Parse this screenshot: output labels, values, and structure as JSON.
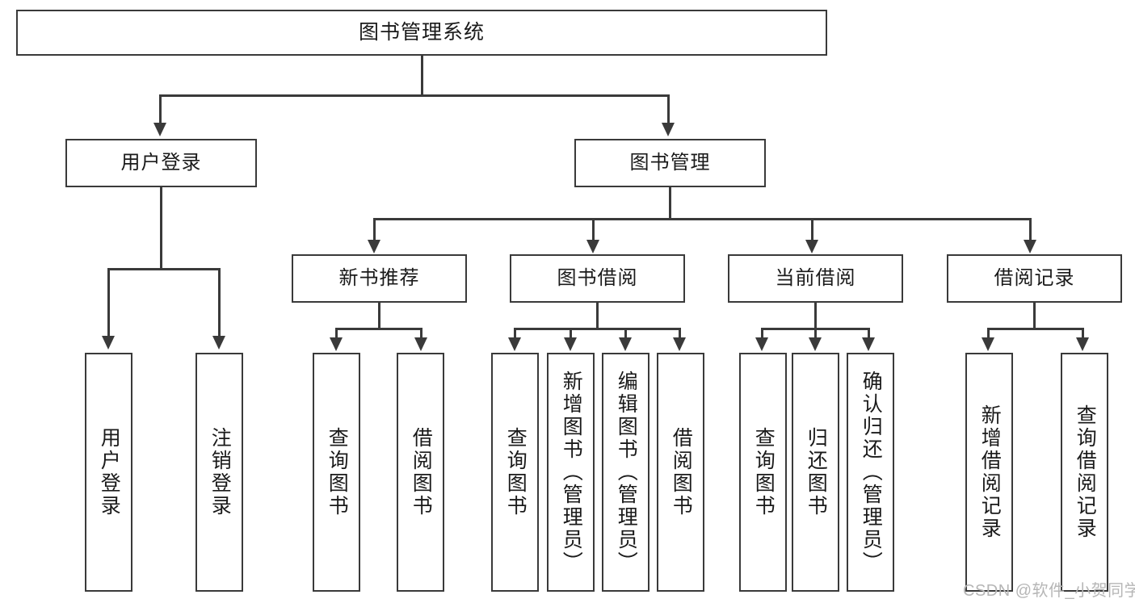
{
  "diagram": {
    "title": "图书管理系统",
    "type": "tree-hierarchy",
    "root": {
      "label": "图书管理系统"
    },
    "level2": [
      {
        "label": "用户登录"
      },
      {
        "label": "图书管理"
      }
    ],
    "level3": [
      {
        "label": "新书推荐"
      },
      {
        "label": "图书借阅"
      },
      {
        "label": "当前借阅"
      },
      {
        "label": "借阅记录"
      }
    ],
    "leaves": {
      "user_login": [
        {
          "label": "用户登录"
        },
        {
          "label": "注销登录"
        }
      ],
      "new_book_recommend": [
        {
          "label": "查询图书"
        },
        {
          "label": "借阅图书"
        }
      ],
      "book_borrow": [
        {
          "label": "查询图书"
        },
        {
          "label": "新增图书（管理员）"
        },
        {
          "label": "编辑图书（管理员）"
        },
        {
          "label": "借阅图书"
        }
      ],
      "current_borrow": [
        {
          "label": "查询图书"
        },
        {
          "label": "归还图书"
        },
        {
          "label": "确认归还（管理员）"
        }
      ],
      "borrow_record": [
        {
          "label": "新增借阅记录"
        },
        {
          "label": "查询借阅记录"
        }
      ]
    }
  },
  "watermark": {
    "text": "CSDN @软件_小贺同学"
  },
  "colors": {
    "stroke": "#3a3a3a",
    "text": "#1a1a1a",
    "background": "#ffffff",
    "watermark": "#b6b6b6"
  }
}
